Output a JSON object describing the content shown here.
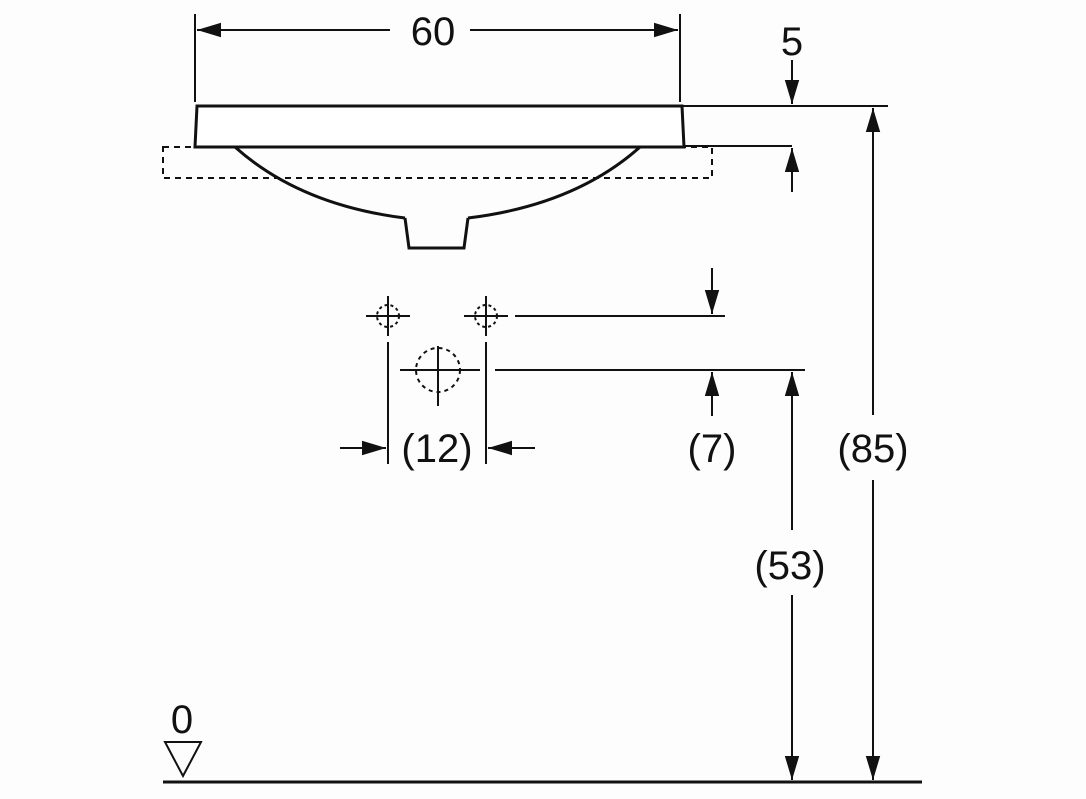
{
  "diagram": {
    "title": "Washbasin installation dimensions",
    "labels": {
      "width": "60",
      "rim_height": "5",
      "tap_spacing": "(12)",
      "tap_offset": "(7)",
      "outlet_height": "(53)",
      "total_height": "(85)",
      "floor_level": "0"
    },
    "colors": {
      "line": "#111111",
      "background": "#fdfdfd"
    }
  }
}
